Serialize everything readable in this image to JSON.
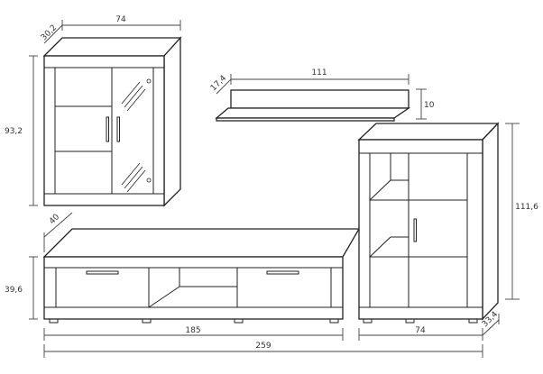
{
  "dimensions": {
    "wall_cabinet": {
      "width": "74",
      "depth": "30,2",
      "height": "93,2"
    },
    "shelf": {
      "width": "111",
      "depth": "17,4",
      "height": "10"
    },
    "tall_cabinet": {
      "width": "74",
      "depth": "33,4",
      "height": "111,6"
    },
    "tv_unit": {
      "width": "185",
      "depth": "40",
      "height": "39,6"
    },
    "total_width": "259"
  }
}
